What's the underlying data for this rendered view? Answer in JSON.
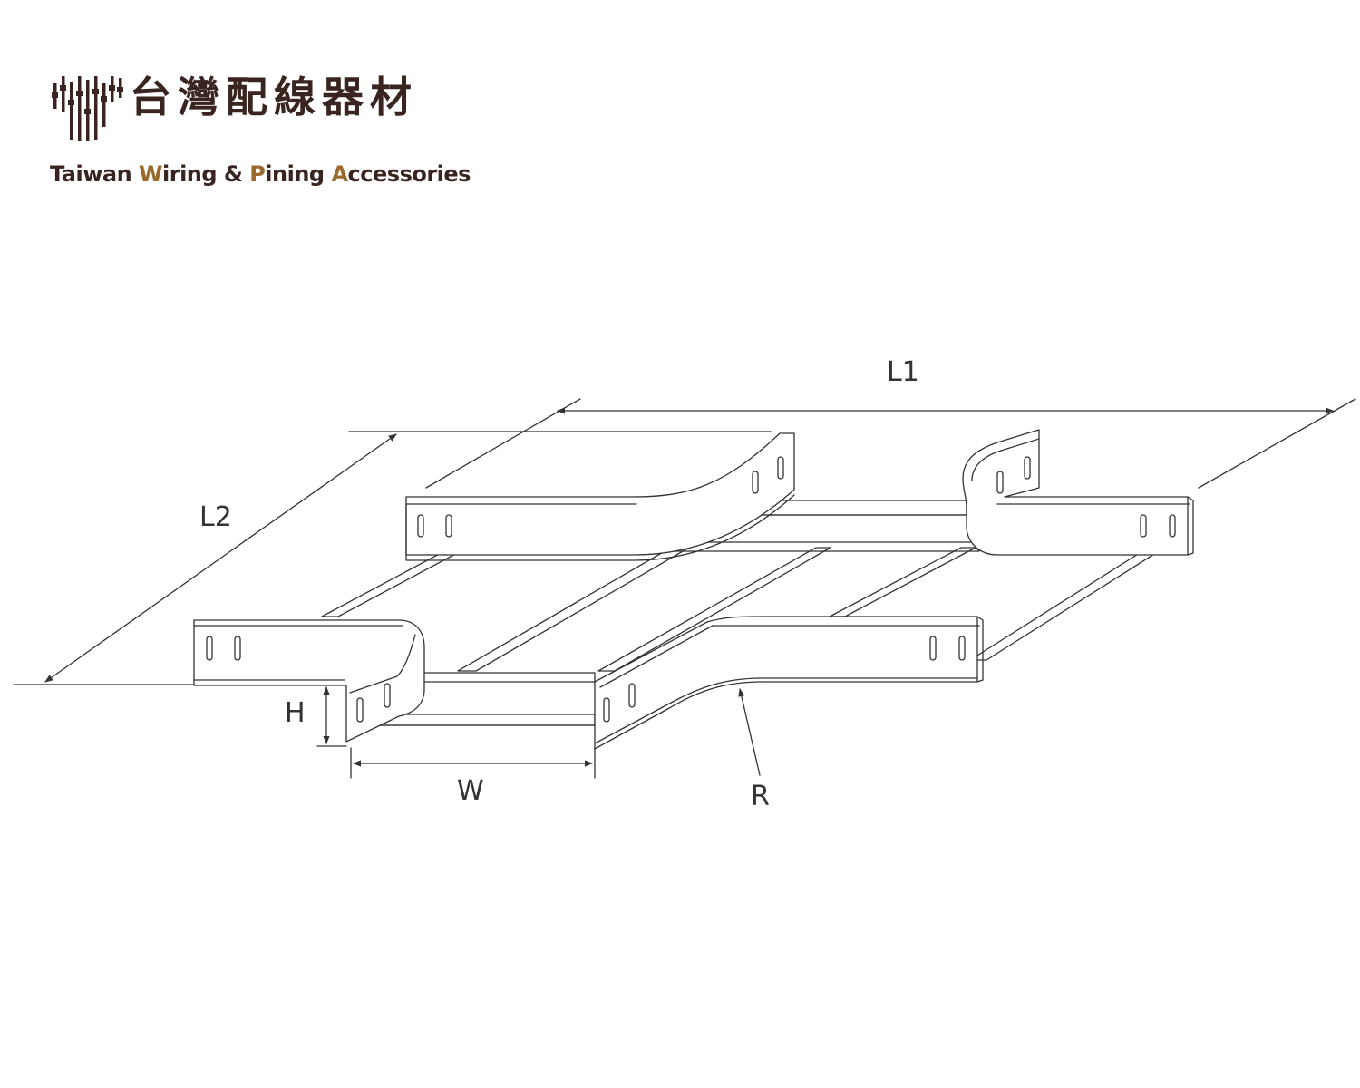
{
  "logo": {
    "chinese_name": "台灣配線器材",
    "english_name_parts": [
      {
        "text": "Taiwan ",
        "accent": false
      },
      {
        "text": "W",
        "accent": true
      },
      {
        "text": "iring & ",
        "accent": false
      },
      {
        "text": "P",
        "accent": true
      },
      {
        "text": "ining ",
        "accent": false
      },
      {
        "text": "A",
        "accent": true
      },
      {
        "text": "ccessories",
        "accent": false
      }
    ]
  },
  "diagram": {
    "dimensions": {
      "L1": "L1",
      "L2": "L2",
      "H": "H",
      "W": "W",
      "R": "R"
    }
  },
  "colors": {
    "brand_dark": "#3a2420",
    "brand_accent": "#9a6a2c",
    "line": "#333333"
  }
}
